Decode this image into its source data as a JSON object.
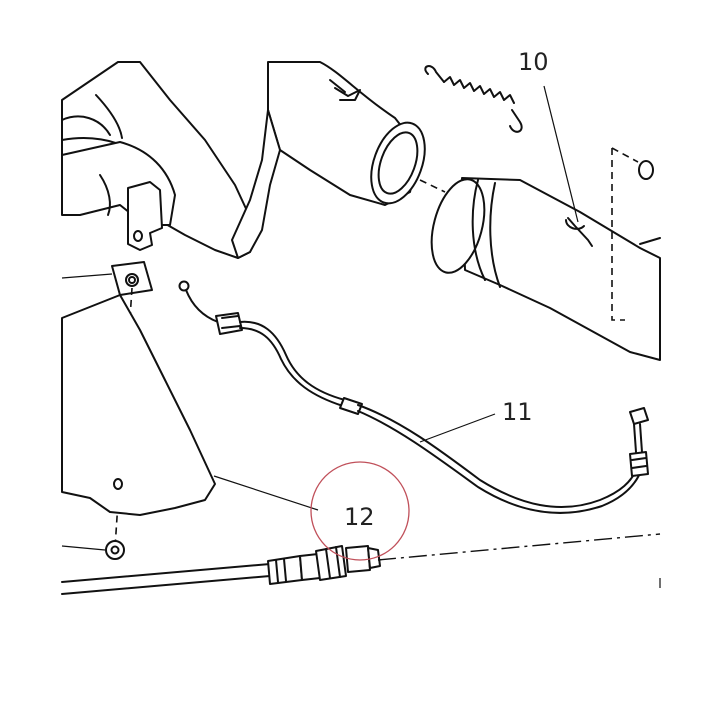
{
  "callouts": {
    "part_10": "10",
    "part_11": "11",
    "part_12": "12"
  },
  "highlight": {
    "color": "#c0505a",
    "target_part": "12"
  }
}
